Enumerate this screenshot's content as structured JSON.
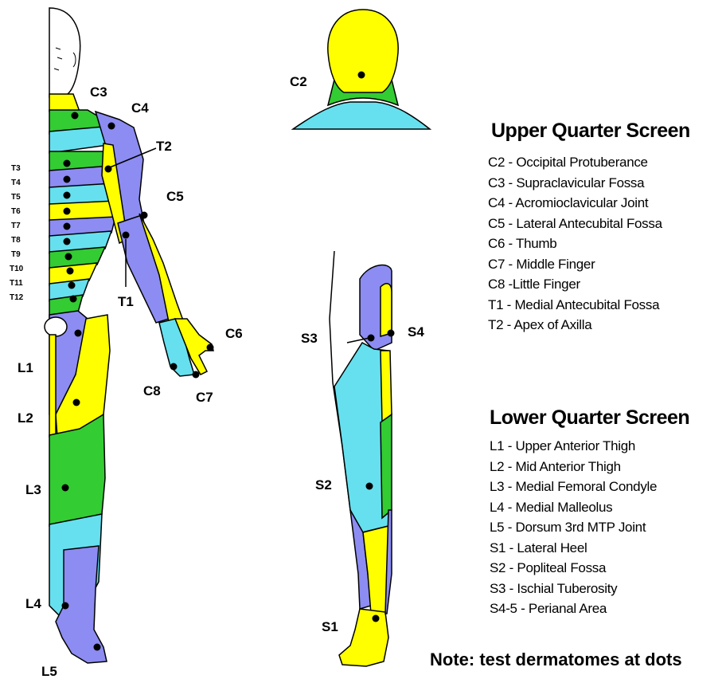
{
  "figure": {
    "colors": {
      "yellow": "#ffff00",
      "green": "#33cc33",
      "cyan": "#66e0ee",
      "purple": "#8c8cf2",
      "outline": "#000000",
      "dot": "#000000"
    },
    "anterior_labels": {
      "c3": "C3",
      "c4": "C4",
      "t2": "T2",
      "c5": "C5",
      "t1": "T1",
      "c6": "C6",
      "c7": "C7",
      "c8": "C8",
      "l1": "L1",
      "l2": "L2",
      "l3": "L3",
      "l4": "L4",
      "l5": "L5"
    },
    "thoracic_labels": [
      "T3",
      "T4",
      "T5",
      "T6",
      "T7",
      "T8",
      "T9",
      "T10",
      "T11",
      "T12"
    ],
    "head_label": "C2",
    "posterior_labels": {
      "s3": "S3",
      "s4": "S4",
      "s2": "S2",
      "s1": "S1"
    }
  },
  "upper_quarter": {
    "title": "Upper Quarter Screen",
    "items": [
      "C2 - Occipital Protuberance",
      "C3 - Supraclavicular Fossa",
      "C4 - Acromioclavicular Joint",
      "C5 - Lateral Antecubital Fossa",
      "C6 - Thumb",
      "C7 - Middle Finger",
      "C8 -Little Finger",
      "T1 - Medial Antecubital Fossa",
      "T2 - Apex of Axilla"
    ]
  },
  "lower_quarter": {
    "title": "Lower Quarter Screen",
    "items": [
      "L1 - Upper Anterior Thigh",
      "L2 - Mid Anterior Thigh",
      "L3 - Medial Femoral Condyle",
      "L4 - Medial Malleolus",
      "L5 - Dorsum 3rd MTP Joint",
      "S1 - Lateral Heel",
      "S2 - Popliteal Fossa",
      "S3 - Ischial Tuberosity",
      "S4-5 - Perianal Area"
    ]
  },
  "note": "Note: test dermatomes at dots"
}
